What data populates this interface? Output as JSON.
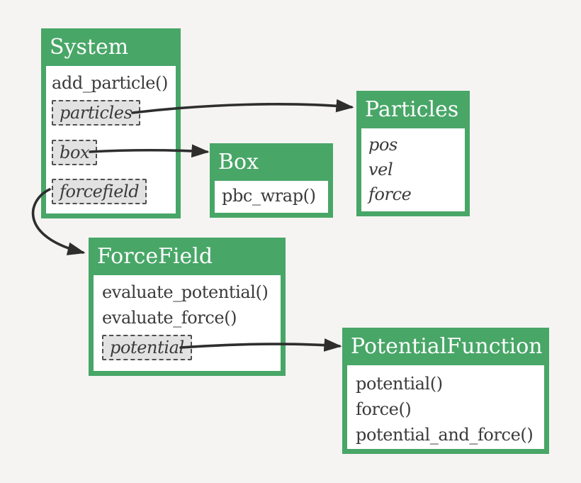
{
  "colors": {
    "background": "#f5f4f2",
    "accent_green": "#48a667",
    "header_text": "#fdfdfd",
    "body_text": "#3a3a3a",
    "chip_background": "#e2e2e2",
    "chip_border": "#4f4f4f",
    "arrow": "#2e2e2e"
  },
  "classes": [
    {
      "name": "System",
      "members": [
        {
          "label": "add_particle()",
          "kind": "method"
        },
        {
          "label": "particles",
          "kind": "reference"
        },
        {
          "label": "box",
          "kind": "reference"
        },
        {
          "label": "forcefield",
          "kind": "reference"
        }
      ]
    },
    {
      "name": "Particles",
      "members": [
        {
          "label": "pos",
          "kind": "attribute"
        },
        {
          "label": "vel",
          "kind": "attribute"
        },
        {
          "label": "force",
          "kind": "attribute"
        }
      ]
    },
    {
      "name": "Box",
      "members": [
        {
          "label": "pbc_wrap()",
          "kind": "method"
        }
      ]
    },
    {
      "name": "ForceField",
      "members": [
        {
          "label": "evaluate_potential()",
          "kind": "method"
        },
        {
          "label": "evaluate_force()",
          "kind": "method"
        },
        {
          "label": "potential",
          "kind": "reference"
        }
      ]
    },
    {
      "name": "PotentialFunction",
      "members": [
        {
          "label": "potential()",
          "kind": "method"
        },
        {
          "label": "force()",
          "kind": "method"
        },
        {
          "label": "potential_and_force()",
          "kind": "method"
        }
      ]
    }
  ],
  "arrows": [
    {
      "from": "System.particles",
      "to": "Particles"
    },
    {
      "from": "System.box",
      "to": "Box"
    },
    {
      "from": "System.forcefield",
      "to": "ForceField"
    },
    {
      "from": "ForceField.potential",
      "to": "PotentialFunction"
    }
  ]
}
